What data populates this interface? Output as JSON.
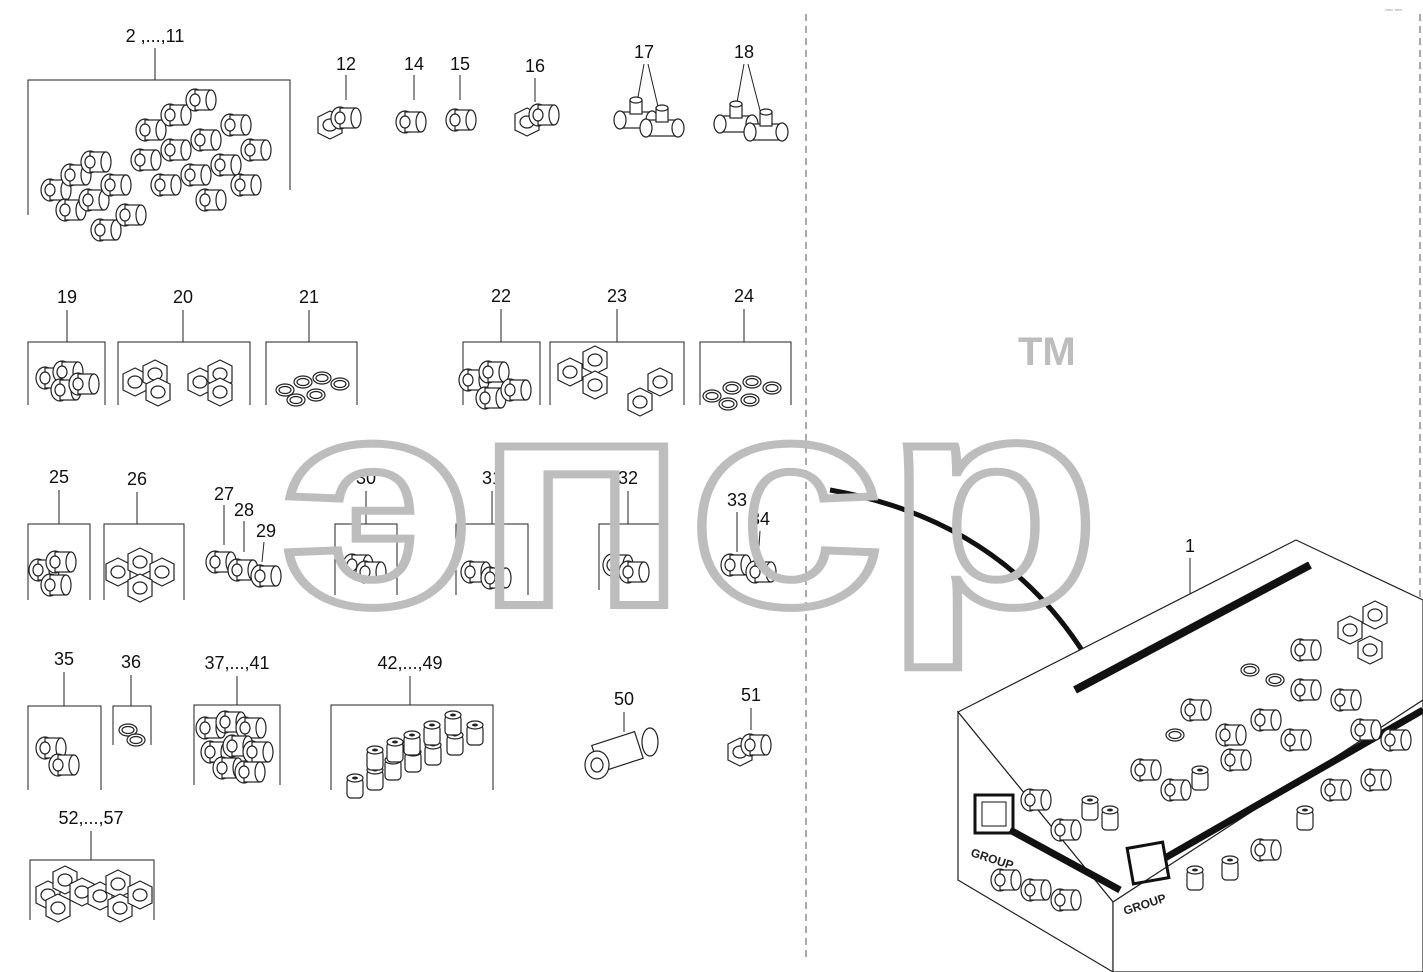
{
  "corner_mark": "▫▫▫ ▫▫▫",
  "watermark": {
    "text": "эпср",
    "trademark": "TM"
  },
  "box_markings": {
    "group_1": "GROUP",
    "group_2": "GROUP"
  },
  "callouts": [
    {
      "id": "c1",
      "label": "1"
    },
    {
      "id": "c2_11",
      "label": "2 ,...,11"
    },
    {
      "id": "c12",
      "label": "12"
    },
    {
      "id": "c14",
      "label": "14"
    },
    {
      "id": "c15",
      "label": "15"
    },
    {
      "id": "c16",
      "label": "16"
    },
    {
      "id": "c17",
      "label": "17"
    },
    {
      "id": "c18",
      "label": "18"
    },
    {
      "id": "c19",
      "label": "19"
    },
    {
      "id": "c20",
      "label": "20"
    },
    {
      "id": "c21",
      "label": "21"
    },
    {
      "id": "c22",
      "label": "22"
    },
    {
      "id": "c23",
      "label": "23"
    },
    {
      "id": "c24",
      "label": "24"
    },
    {
      "id": "c25",
      "label": "25"
    },
    {
      "id": "c26",
      "label": "26"
    },
    {
      "id": "c27",
      "label": "27"
    },
    {
      "id": "c28",
      "label": "28"
    },
    {
      "id": "c29",
      "label": "29"
    },
    {
      "id": "c30",
      "label": "30"
    },
    {
      "id": "c31",
      "label": "31"
    },
    {
      "id": "c32",
      "label": "32"
    },
    {
      "id": "c33",
      "label": "33"
    },
    {
      "id": "c34",
      "label": "34"
    },
    {
      "id": "c35",
      "label": "35"
    },
    {
      "id": "c36",
      "label": "36"
    },
    {
      "id": "c37_41",
      "label": "37,...,41"
    },
    {
      "id": "c42_49",
      "label": "42,...,49"
    },
    {
      "id": "c50",
      "label": "50"
    },
    {
      "id": "c51",
      "label": "51"
    },
    {
      "id": "c52_57",
      "label": "52,...,57"
    }
  ]
}
